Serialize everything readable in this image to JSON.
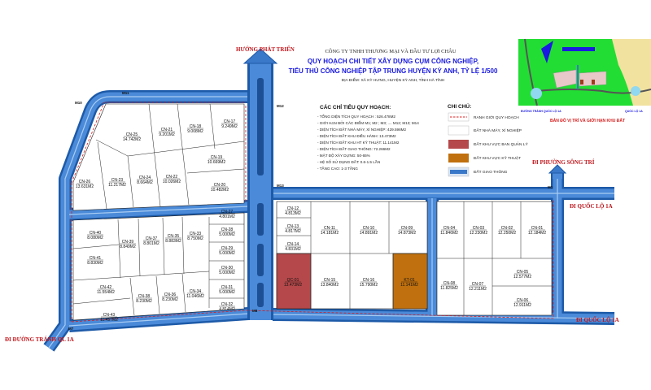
{
  "header": {
    "company": "CÔNG TY TNHH THƯƠNG MẠI VÀ ĐẦU TƯ LỢI CHÂU",
    "title_line1": "QUY HOẠCH CHI TIẾT XÂY DỰNG CỤM CÔNG NGHIỆP,",
    "title_line2": "TIỂU THỦ CÔNG NGHIỆP TẬP TRUNG HUYỆN KỲ ANH, TỶ LỆ 1/500",
    "location": "ĐỊA ĐIỂM: XÃ KỲ HƯNG, HUYỆN KỲ ANH, TỈNH HÀ TĨNH"
  },
  "direction_label": "HƯỚNG PHÁT TRIỂN",
  "indicators": {
    "title": "CÁC CHỈ TIÊU QUY HOẠCH:",
    "items": [
      "- TỔNG DIỆN TÍCH QUY HOẠCH : 526.478M2",
      "- GIỚI HẠN BỞI CÁC ĐIỂM M1; M2 ; M3; .... M12; M13; M14",
      "- DIỆN TÍCH ĐẤT NHÀ MÁY, XÍ NGHIỆP: 429.598M2",
      "- DIỆN TÍCH ĐẤT KHU ĐIỀU HÀNH: 13.473M2",
      "- DIỆN TÍCH ĐẤT KHU HT KỸ THUẬT: 11.141M2",
      "- DIỆN TÍCH ĐẤT GIAO THÔNG: 72.266M2",
      "- MẬT ĐỘ XÂY DỰNG: 50-65%",
      "- HỆ SỐ SỬ DỤNG ĐẤT: 0.6-1.5 LẦN",
      "- TẦNG CAO: 1-3 TẦNG"
    ]
  },
  "legend": {
    "title": "CHI CHÚ:",
    "items": [
      {
        "label": "RANH GIỚI QUY HOẠCH",
        "color": "#e02020"
      },
      {
        "label": "ĐẤT NHÀ MÁY, XÍ NGHIỆP",
        "color": "#ffffff"
      },
      {
        "label": "ĐẤT KHU VỰC BAN QUẢN LÝ",
        "color": "#b5484a"
      },
      {
        "label": "ĐẤT KHU VỰC KỸ THUẬT",
        "color": "#c0700e"
      },
      {
        "label": "ĐẤT GIAO THÔNG",
        "color": "#3a78c9"
      }
    ]
  },
  "inset": {
    "road_left": "ĐƯỜNG TRÁNH QUỐC LỘ 1A",
    "road_right": "QUỐC LỘ 1A",
    "caption": "BẢN ĐỒ VỊ TRÍ VÀ GIỚI HẠN KHU ĐẤT",
    "bg_color": "#22dd33"
  },
  "road_labels": {
    "song_tri": "ĐI PHƯỜNG SÔNG TRÍ",
    "ql1a_top": "ĐI QUỐC LỘ 1A",
    "ql1a_bottom": "ĐI QUỐC LỘ 1A",
    "bypass": "ĐI ĐƯỜNG TRÁNH QL 1A"
  },
  "markers": [
    "M10",
    "M11",
    "M12",
    "M13",
    "M1",
    "M8",
    "M7"
  ],
  "parcels": [
    {
      "id": "CN-25",
      "area": "14.742M2"
    },
    {
      "id": "CN-21",
      "area": "9.201M2"
    },
    {
      "id": "CN-18",
      "area": "9.008M2"
    },
    {
      "id": "CN-17",
      "area": "9.249M2"
    },
    {
      "id": "CN-19",
      "area": "10.669M2"
    },
    {
      "id": "CN-20",
      "area": "10.482M2"
    },
    {
      "id": "CN-22",
      "area": "10.026M2"
    },
    {
      "id": "CN-24",
      "area": "8.664M2"
    },
    {
      "id": "CN-23",
      "area": "11.217M2"
    },
    {
      "id": "CN-26",
      "area": "13.631M2"
    },
    {
      "id": "CN-40",
      "area": "8.080M2"
    },
    {
      "id": "CN-41",
      "area": "8.830M2"
    },
    {
      "id": "CN-39",
      "area": "8.849M2"
    },
    {
      "id": "CN-37",
      "area": "8.801M2"
    },
    {
      "id": "CN-35",
      "area": "8.883M2"
    },
    {
      "id": "CN-33",
      "area": "8.750M2"
    },
    {
      "id": "CN-27",
      "area": "4.801M2"
    },
    {
      "id": "CN-28",
      "area": "5.000M2"
    },
    {
      "id": "CN-29",
      "area": "5.000M2"
    },
    {
      "id": "CN-30",
      "area": "5.000M2"
    },
    {
      "id": "CN-31",
      "area": "5.000M2"
    },
    {
      "id": "CN-32",
      "area": "4.814M2"
    },
    {
      "id": "CN-42",
      "area": "11.554M2"
    },
    {
      "id": "CN-43",
      "area": "11.457M2"
    },
    {
      "id": "CN-38",
      "area": "8.230M2"
    },
    {
      "id": "CN-36",
      "area": "8.230M2"
    },
    {
      "id": "CN-34",
      "area": "11.046M2"
    },
    {
      "id": "CN-12",
      "area": "4.813M2"
    },
    {
      "id": "CN-13",
      "area": "4.817M2"
    },
    {
      "id": "CN-14",
      "area": "4.831M2"
    },
    {
      "id": "CN-11",
      "area": "14.181M2"
    },
    {
      "id": "CN-10",
      "area": "14.891M2"
    },
    {
      "id": "CN-09",
      "area": "14.873M2"
    },
    {
      "id": "QC-01",
      "area": "13.473M2"
    },
    {
      "id": "CN-15",
      "area": "13.840M2"
    },
    {
      "id": "CN-16",
      "area": "15.790M2"
    },
    {
      "id": "KT-01",
      "area": "11.141M2"
    },
    {
      "id": "CN-04",
      "area": "11.846M2"
    },
    {
      "id": "CN-03",
      "area": "12.230M2"
    },
    {
      "id": "CN-02",
      "area": "12.250M2"
    },
    {
      "id": "CN-01",
      "area": "12.184M2"
    },
    {
      "id": "CN-05",
      "area": "12.577M2"
    },
    {
      "id": "CN-06",
      "area": "12.911M2"
    },
    {
      "id": "CN-08",
      "area": "11.825M2"
    },
    {
      "id": "CN-07",
      "area": "12.211M2"
    }
  ]
}
